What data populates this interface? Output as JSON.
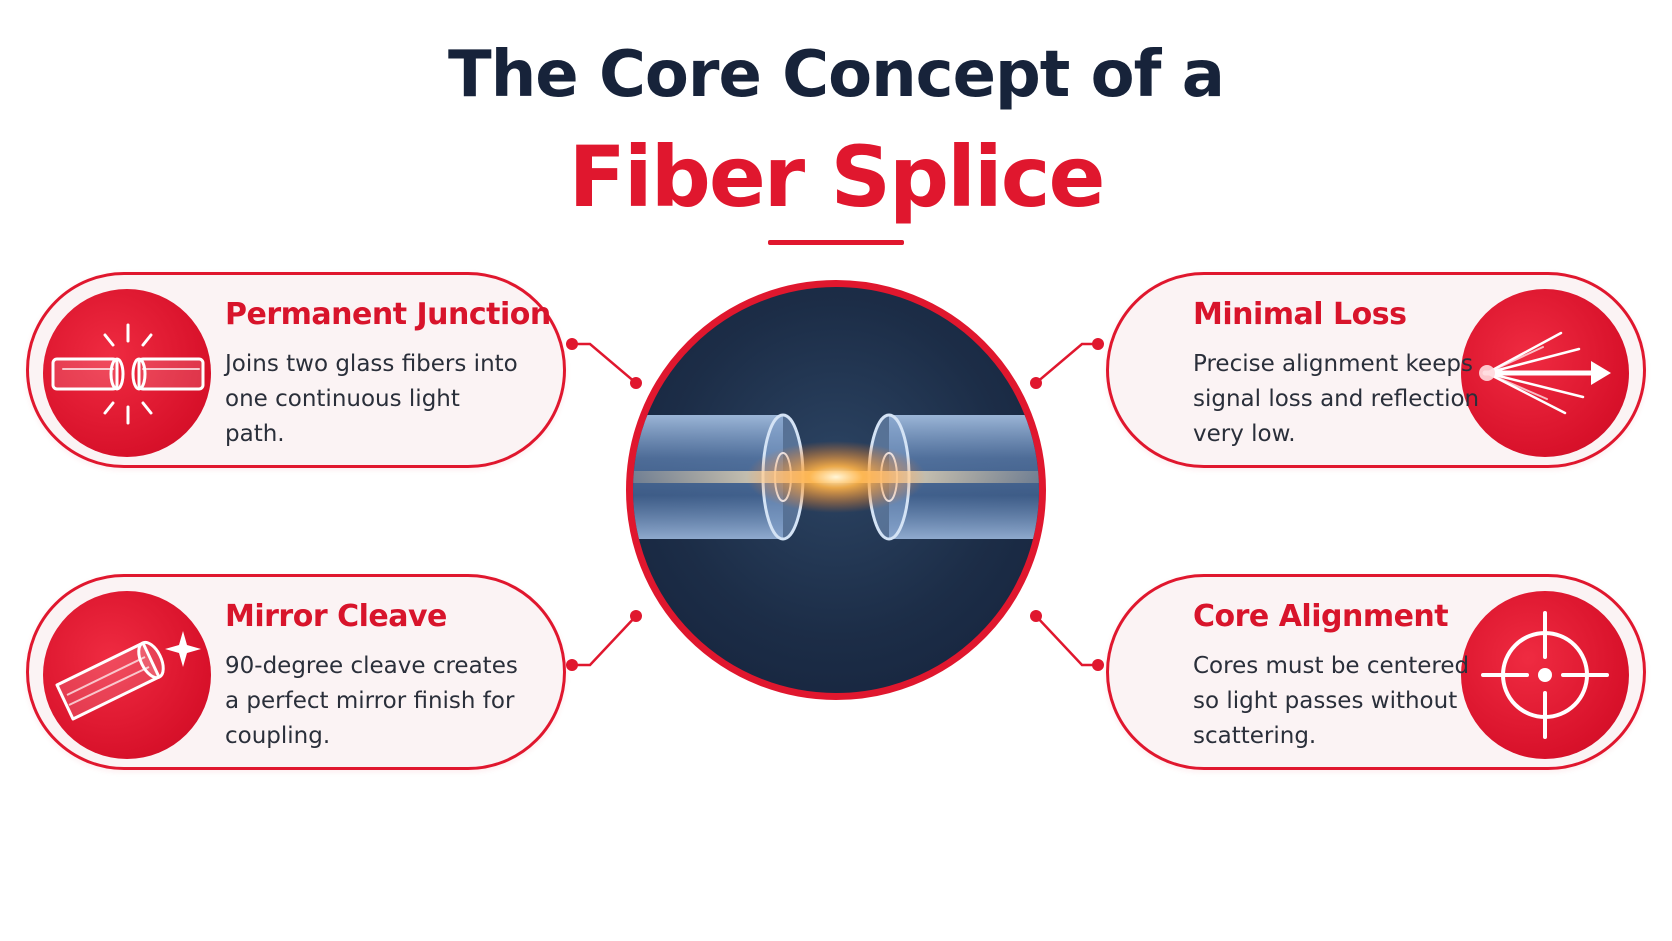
{
  "title": {
    "line1": "The Core Concept of a",
    "line2": "Fiber Splice"
  },
  "colors": {
    "accent": "#e0172e",
    "title_dark": "#17233a",
    "card_bg": "#fbf3f4",
    "disc_bg": "#1c2d47"
  },
  "cards": [
    {
      "title": "Permanent Junction",
      "text": "Joins two glass fibers into one continuous light path.",
      "icon": "joined-fibers-icon"
    },
    {
      "title": "Minimal Loss",
      "text": "Precise alignment keeps signal loss and reflection very low.",
      "icon": "light-beam-arrow-icon"
    },
    {
      "title": "Mirror Cleave",
      "text": "90-degree cleave creates a perfect mirror finish for coupling.",
      "icon": "cleaved-fiber-icon"
    },
    {
      "title": "Core Alignment",
      "text": "Cores must be centered so light passes without scattering.",
      "icon": "crosshair-icon"
    }
  ],
  "center": {
    "icon": "fiber-splice-illustration"
  }
}
